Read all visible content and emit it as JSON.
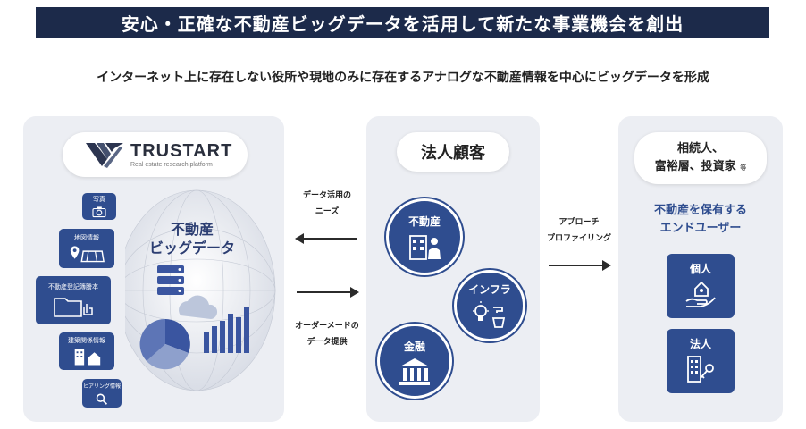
{
  "header": {
    "title": "安心・正確な不動産ビッグデータを活用して新たな事業機会を創出",
    "subtitle": "インターネット上に存在しない役所や現地のみに存在するアナログな不動産情報を中心にビッグデータを形成"
  },
  "left_panel": {
    "brand_name": "TRUSTART",
    "brand_tagline": "Real estate research platform",
    "center_title_line1": "不動産",
    "center_title_line2": "ビッグデータ",
    "sources": [
      {
        "label": "写真",
        "icon": "camera-icon"
      },
      {
        "label": "地図情報",
        "icon": "map-pin-icon"
      },
      {
        "label": "不動産登記簿謄本",
        "icon": "folder-icon"
      },
      {
        "label": "建築関係情報",
        "icon": "building-icon"
      },
      {
        "label": "ヒアリング情報",
        "icon": "search-icon"
      }
    ]
  },
  "flow_left": {
    "top_line1": "データ活用の",
    "top_line2": "ニーズ",
    "bottom_line1": "オーダーメードの",
    "bottom_line2": "データ提供"
  },
  "mid_panel": {
    "title": "法人顧客",
    "circles": [
      {
        "label": "不動産",
        "icon": "real-estate-agent-icon"
      },
      {
        "label": "インフラ",
        "icon": "utilities-icon"
      },
      {
        "label": "金融",
        "icon": "bank-icon"
      }
    ]
  },
  "flow_right": {
    "line1": "アプローチ",
    "line2": "プロファイリング"
  },
  "right_panel": {
    "title_line1": "相続人、",
    "title_line2": "富裕層、投資家",
    "title_suffix": "等",
    "sub_line1": "不動産を保有する",
    "sub_line2": "エンドユーザー",
    "cards": [
      {
        "label": "個人",
        "icon": "house-in-hand-icon"
      },
      {
        "label": "法人",
        "icon": "building-key-icon"
      }
    ]
  },
  "colors": {
    "navy": "#1c2a4a",
    "accent_blue": "#2f4d8f",
    "panel_bg": "#eceef3"
  }
}
